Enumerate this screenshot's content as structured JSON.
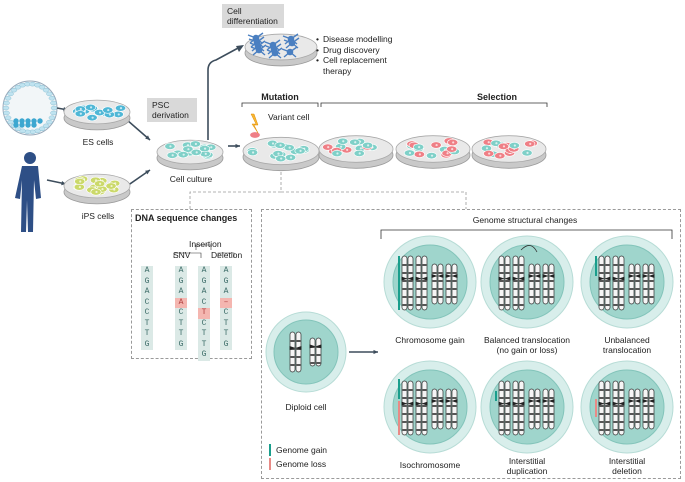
{
  "colors": {
    "genome_gain": "#1a9e8c",
    "genome_loss": "#e88a86",
    "es_cells": "#4fb7d6",
    "ips_cells": "#cbd96a",
    "culture_cells": "#7fd0c8",
    "variant_cells": "#ef7f86",
    "differentiated": "#4a7fc1",
    "label_box": "#d9d9d9"
  },
  "top": {
    "cell_differentiation": "Cell differentiation",
    "applications": [
      "Disease modelling",
      "Drug discovery",
      "Cell replacement therapy"
    ],
    "psc_derivation": "PSC derivation",
    "es_cells": "ES cells",
    "ips_cells": "iPS cells",
    "cell_culture": "Cell culture",
    "mutation": "Mutation",
    "selection": "Selection",
    "variant_cell": "Variant cell"
  },
  "dna": {
    "title": "DNA sequence changes",
    "insertion": "Insertion",
    "snv": "SNV",
    "deletion": "Deletion",
    "reference": [
      "A",
      "G",
      "A",
      "C",
      "C",
      "T",
      "T",
      "G"
    ],
    "snv_seq": [
      "A",
      "G",
      "A",
      "A",
      "C",
      "T",
      "T",
      "G"
    ],
    "insertion_seq": [
      "A",
      "G",
      "A",
      "C",
      "T",
      "C",
      "T",
      "T",
      "G"
    ],
    "deletion_seq": [
      "A",
      "G",
      "A",
      "–",
      "C",
      "T",
      "T",
      "G"
    ]
  },
  "structural": {
    "title": "Genome structural changes",
    "diploid": "Diploid cell",
    "chromosome_gain": "Chromosome gain",
    "balanced_line1": "Balanced translocation",
    "balanced_line2": "(no gain or loss)",
    "unbalanced_line1": "Unbalanced",
    "unbalanced_line2": "translocation",
    "isochromosome": "Isochromosome",
    "int_dup_line1": "Interstitial",
    "int_dup_line2": "duplication",
    "int_del_line1": "Interstitial",
    "int_del_line2": "deletion"
  },
  "legend": {
    "gain": "Genome gain",
    "loss": "Genome loss"
  }
}
